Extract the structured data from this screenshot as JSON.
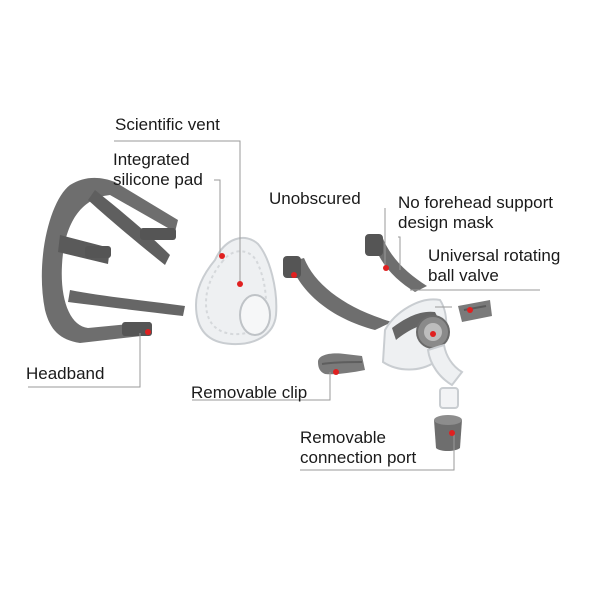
{
  "colors": {
    "background": "#ffffff",
    "strap": "#6e6e6e",
    "strap_dark": "#555555",
    "silicone": "#eef0f2",
    "silicone_edge": "#c9cdd1",
    "leader_line": "#9a9a9a",
    "marker": "#e02020"
  },
  "labels": {
    "scientific_vent": "Scientific vent",
    "silicone_pad": [
      "Integrated",
      "silicone pad"
    ],
    "unobscured": "Unobscured",
    "no_forehead": [
      "No forehead support",
      "design mask"
    ],
    "ball_valve": [
      "Universal rotating",
      "ball valve"
    ],
    "headband": "Headband",
    "removable_clip": "Removable clip",
    "connection_port": [
      "Removable",
      "connection port"
    ]
  }
}
